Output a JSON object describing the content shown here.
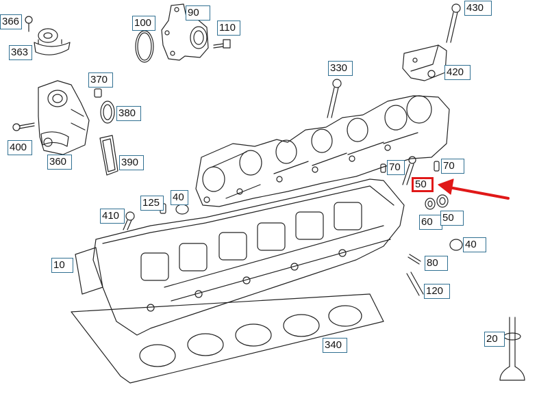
{
  "labels": [
    "366",
    "363",
    "100",
    "90",
    "110",
    "430",
    "420",
    "330",
    "370",
    "380",
    "400",
    "360",
    "390",
    "40",
    "125",
    "410",
    "10",
    "70",
    "70",
    "50",
    "60",
    "50",
    "40",
    "80",
    "120",
    "20",
    "340"
  ],
  "highlight_color": "#e01818",
  "label_border_color": "#2f6f91",
  "line_color": "#222222"
}
